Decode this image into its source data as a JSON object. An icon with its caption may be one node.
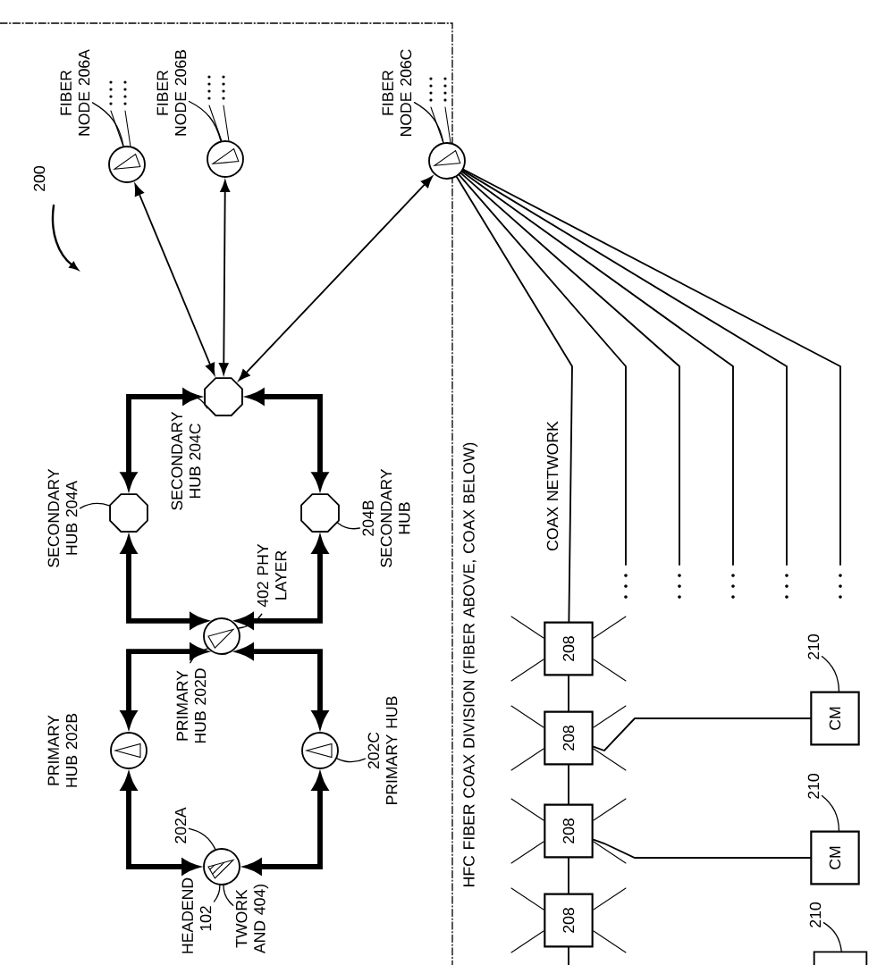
{
  "diagram": {
    "nodes": [
      {
        "text": [],
        "shape": "circle"
      },
      {
        "text": [
          "FIBER NODE 206A"
        ]
      },
      {
        "text": [],
        "shape": "circle"
      },
      {
        "text": [
          "FIBER NODE 206B"
        ]
      },
      {
        "text": [],
        "shape": "circle"
      },
      {
        "text": [
          "FIBER NODE 206C"
        ]
      },
      {
        "text": [],
        "shape": "octagon"
      },
      {
        "text": [
          "SECONDARY HUB 204C"
        ]
      },
      {
        "text": [],
        "shape": "octagon"
      },
      {
        "text": [
          "SECONDARY HUB 204A"
        ]
      },
      {
        "text": [],
        "shape": "octagon"
      },
      {
        "text": [
          "204B SECONDARY HUB"
        ]
      },
      {
        "text": [],
        "shape": "circle"
      },
      {
        "text": [
          "402 PHY LAYER"
        ]
      },
      {
        "text": [
          "PRIMARY HUB 202D"
        ]
      },
      {
        "text": [],
        "shape": "circle",
        "beside": [
          "PRIMARY HUB 202B"
        ]
      },
      {
        "text": [],
        "shape": "circle"
      },
      {
        "text": [
          "202C PRIMARY HUB"
        ]
      },
      {
        "text": [],
        "shape": "circle"
      },
      {
        "text": [
          "202A"
        ]
      },
      {
        "text": [
          "HEADEND 102"
        ]
      },
      {
        "text": [
          "TWORK AND 404)"
        ]
      },
      {
        "text": [
          "208"
        ]
      },
      {
        "text": [
          "208"
        ]
      },
      {
        "text": [
          "208"
        ]
      },
      {
        "text": [
          "208"
        ]
      },
      {
        "text": [
          "CM"
        ]
      },
      {
        "text": [
          "210"
        ]
      },
      {
        "text": [
          "CM"
        ]
      },
      {
        "text": [
          "210"
        ]
      },
      {
        "text": [],
        "shape": "box"
      },
      {
        "text": [
          "210"
        ]
      }
    ],
    "edges": [
      {
        "from": 0,
        "to": 6,
        "arrow": "both"
      },
      {
        "from": 2,
        "to": 6,
        "arrow": "both"
      },
      {
        "from": 4,
        "to": 6,
        "arrow": "both"
      },
      {
        "from": 6,
        "to": 8,
        "arrow": "both",
        "style": "thick"
      },
      {
        "from": 8,
        "to": 12,
        "arrow": "both",
        "style": "thick"
      },
      {
        "from": 12,
        "to": 10,
        "arrow": "both",
        "style": "thick"
      },
      {
        "from": 10,
        "to": 6,
        "arrow": "both",
        "style": "thick"
      },
      {
        "from": 12,
        "to": 15,
        "arrow": "both",
        "style": "thick"
      },
      {
        "from": 15,
        "to": 18,
        "arrow": "both",
        "style": "thick"
      },
      {
        "from": 18,
        "to": 16,
        "arrow": "both",
        "style": "thick"
      },
      {
        "from": 16,
        "to": 12,
        "arrow": "both",
        "style": "thick"
      },
      {
        "from": 4,
        "to": 22,
        "arrow": "none"
      },
      {
        "from": 4,
        "to": null,
        "arrow": "none"
      },
      {
        "from": 4,
        "to": null,
        "arrow": "none"
      },
      {
        "from": 4,
        "to": null,
        "arrow": "none"
      },
      {
        "from": 4,
        "to": null,
        "arrow": "none"
      },
      {
        "from": 4,
        "to": null,
        "arrow": "none"
      },
      {
        "from": 22,
        "to": 23,
        "arrow": "none"
      },
      {
        "from": 23,
        "to": 24,
        "arrow": "none"
      },
      {
        "from": 24,
        "to": 25,
        "arrow": "none"
      },
      {
        "from": 25,
        "to": null,
        "arrow": "none"
      },
      {
        "from": 23,
        "to": 26,
        "arrow": "none"
      },
      {
        "from": 24,
        "to": 28,
        "arrow": "none"
      },
      {
        "from": 1,
        "to": 0,
        "arrow": "none"
      },
      {
        "from": 3,
        "to": 2,
        "arrow": "none"
      },
      {
        "from": 5,
        "to": 4,
        "arrow": "none"
      },
      {
        "from": 7,
        "to": 6,
        "arrow": "none"
      },
      {
        "from": 9,
        "to": 8,
        "arrow": "none"
      },
      {
        "from": 11,
        "to": 10,
        "arrow": "none"
      },
      {
        "from": 13,
        "to": 12,
        "arrow": "none"
      },
      {
        "from": 14,
        "to": 12,
        "arrow": "none"
      },
      {
        "from": 17,
        "to": 16,
        "arrow": "none"
      },
      {
        "from": 19,
        "to": 18,
        "arrow": "none"
      },
      {
        "from": 20,
        "to": 18,
        "arrow": "none"
      },
      {
        "from": 21,
        "to": 18,
        "arrow": "none"
      },
      {
        "from": 27,
        "to": 26,
        "arrow": "none"
      },
      {
        "from": 29,
        "to": 28,
        "arrow": "none"
      },
      {
        "from": 31,
        "to": 30,
        "arrow": "none"
      }
    ],
    "labels": [
      "200",
      "HFC FIBER COAX DIVISION (FIBER ABOVE, COAX BELOW)",
      "COAX NETWORK"
    ]
  }
}
